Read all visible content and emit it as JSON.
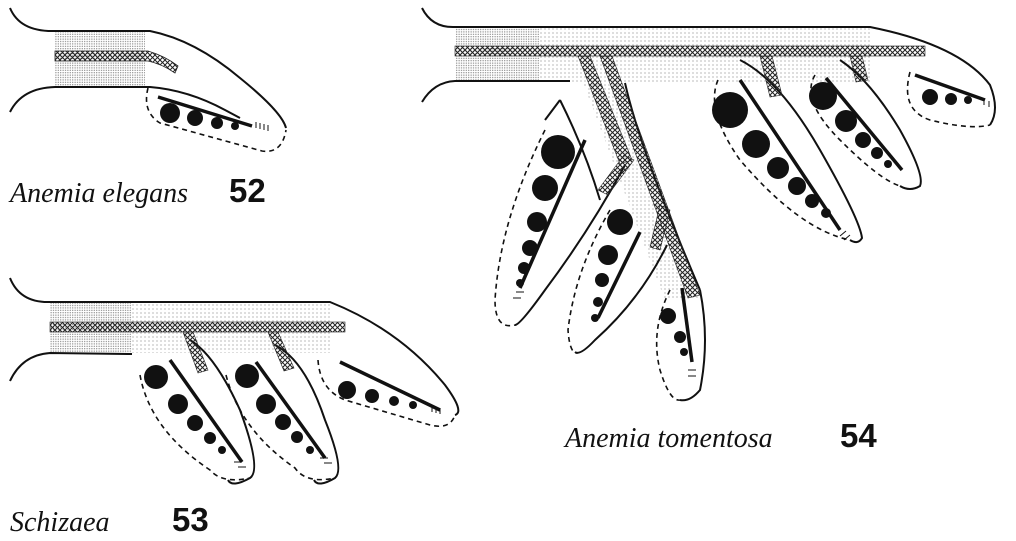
{
  "figures": [
    {
      "species": "Anemia elegans",
      "number": "52"
    },
    {
      "species": "Schizaea",
      "number": "53"
    },
    {
      "species": "Anemia tomentosa",
      "number": "54"
    }
  ],
  "colors": {
    "ink": "#111111",
    "background": "#ffffff"
  }
}
